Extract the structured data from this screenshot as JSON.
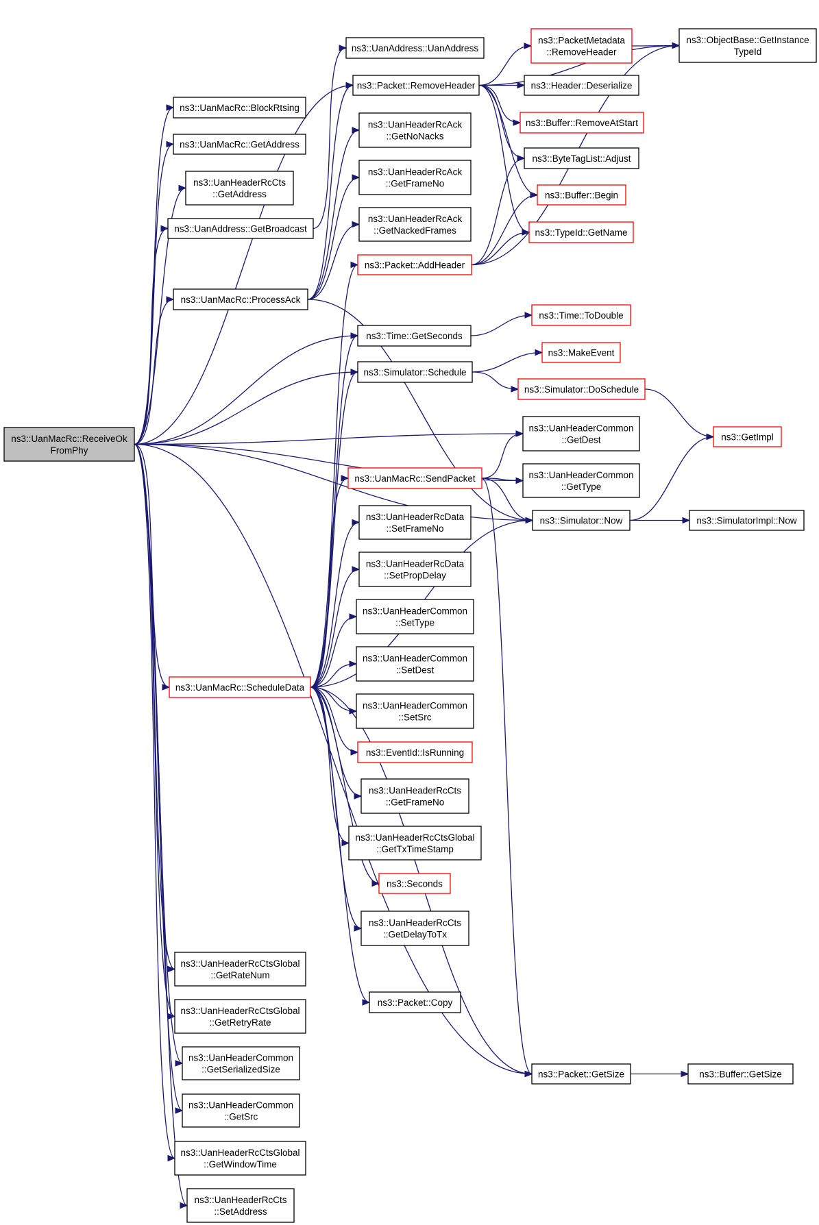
{
  "nodes": [
    {
      "id": "root",
      "lines": [
        "ns3::UanMacRc::ReceiveOk",
        "FromPhy"
      ],
      "style": "root"
    },
    {
      "id": "blockrtsing",
      "lines": [
        "ns3::UanMacRc::BlockRtsing"
      ],
      "style": "normal"
    },
    {
      "id": "macgetaddress",
      "lines": [
        "ns3::UanMacRc::GetAddress"
      ],
      "style": "normal"
    },
    {
      "id": "ctsgetaddress",
      "lines": [
        "ns3::UanHeaderRcCts",
        "::GetAddress"
      ],
      "style": "normal"
    },
    {
      "id": "getbroadcast",
      "lines": [
        "ns3::UanAddress::GetBroadcast"
      ],
      "style": "normal"
    },
    {
      "id": "processack",
      "lines": [
        "ns3::UanMacRc::ProcessAck"
      ],
      "style": "normal"
    },
    {
      "id": "scheduledata",
      "lines": [
        "ns3::UanMacRc::ScheduleData"
      ],
      "style": "red"
    },
    {
      "id": "getratenum",
      "lines": [
        "ns3::UanHeaderRcCtsGlobal",
        "::GetRateNum"
      ],
      "style": "normal"
    },
    {
      "id": "getretryrate",
      "lines": [
        "ns3::UanHeaderRcCtsGlobal",
        "::GetRetryRate"
      ],
      "style": "normal"
    },
    {
      "id": "getserializedsize",
      "lines": [
        "ns3::UanHeaderCommon",
        "::GetSerializedSize"
      ],
      "style": "normal"
    },
    {
      "id": "getsrc",
      "lines": [
        "ns3::UanHeaderCommon",
        "::GetSrc"
      ],
      "style": "normal"
    },
    {
      "id": "getwindowtime",
      "lines": [
        "ns3::UanHeaderRcCtsGlobal",
        "::GetWindowTime"
      ],
      "style": "normal"
    },
    {
      "id": "ctssetaddress",
      "lines": [
        "ns3::UanHeaderRcCts",
        "::SetAddress"
      ],
      "style": "normal"
    },
    {
      "id": "uanaddress",
      "lines": [
        "ns3::UanAddress::UanAddress"
      ],
      "style": "normal"
    },
    {
      "id": "removeheader",
      "lines": [
        "ns3::Packet::RemoveHeader"
      ],
      "style": "normal"
    },
    {
      "id": "getnonacks",
      "lines": [
        "ns3::UanHeaderRcAck",
        "::GetNoNacks"
      ],
      "style": "normal"
    },
    {
      "id": "ackgetframeno",
      "lines": [
        "ns3::UanHeaderRcAck",
        "::GetFrameNo"
      ],
      "style": "normal"
    },
    {
      "id": "getnackedframes",
      "lines": [
        "ns3::UanHeaderRcAck",
        "::GetNackedFrames"
      ],
      "style": "normal"
    },
    {
      "id": "addheader",
      "lines": [
        "ns3::Packet::AddHeader"
      ],
      "style": "red"
    },
    {
      "id": "getseconds",
      "lines": [
        "ns3::Time::GetSeconds"
      ],
      "style": "normal"
    },
    {
      "id": "schedule",
      "lines": [
        "ns3::Simulator::Schedule"
      ],
      "style": "normal"
    },
    {
      "id": "sendpacket",
      "lines": [
        "ns3::UanMacRc::SendPacket"
      ],
      "style": "red"
    },
    {
      "id": "datasetframeno",
      "lines": [
        "ns3::UanHeaderRcData",
        "::SetFrameNo"
      ],
      "style": "normal"
    },
    {
      "id": "setpropdelay",
      "lines": [
        "ns3::UanHeaderRcData",
        "::SetPropDelay"
      ],
      "style": "normal"
    },
    {
      "id": "settype",
      "lines": [
        "ns3::UanHeaderCommon",
        "::SetType"
      ],
      "style": "normal"
    },
    {
      "id": "setdest",
      "lines": [
        "ns3::UanHeaderCommon",
        "::SetDest"
      ],
      "style": "normal"
    },
    {
      "id": "setsrc",
      "lines": [
        "ns3::UanHeaderCommon",
        "::SetSrc"
      ],
      "style": "normal"
    },
    {
      "id": "isrunning",
      "lines": [
        "ns3::EventId::IsRunning"
      ],
      "style": "red"
    },
    {
      "id": "ctsgetframeno",
      "lines": [
        "ns3::UanHeaderRcCts",
        "::GetFrameNo"
      ],
      "style": "normal"
    },
    {
      "id": "gettxtimestamp",
      "lines": [
        "ns3::UanHeaderRcCtsGlobal",
        "::GetTxTimeStamp"
      ],
      "style": "normal"
    },
    {
      "id": "seconds",
      "lines": [
        "ns3::Seconds"
      ],
      "style": "red"
    },
    {
      "id": "getdelaytotx",
      "lines": [
        "ns3::UanHeaderRcCts",
        "::GetDelayToTx"
      ],
      "style": "normal"
    },
    {
      "id": "packetcopy",
      "lines": [
        "ns3::Packet::Copy"
      ],
      "style": "normal"
    },
    {
      "id": "pmremoveheader",
      "lines": [
        "ns3::PacketMetadata",
        "::RemoveHeader"
      ],
      "style": "red"
    },
    {
      "id": "deserialize",
      "lines": [
        "ns3::Header::Deserialize"
      ],
      "style": "normal"
    },
    {
      "id": "removeatstart",
      "lines": [
        "ns3::Buffer::RemoveAtStart"
      ],
      "style": "red"
    },
    {
      "id": "adjust",
      "lines": [
        "ns3::ByteTagList::Adjust"
      ],
      "style": "normal"
    },
    {
      "id": "bufbegin",
      "lines": [
        "ns3::Buffer::Begin"
      ],
      "style": "red"
    },
    {
      "id": "typeidgetname",
      "lines": [
        "ns3::TypeId::GetName"
      ],
      "style": "red"
    },
    {
      "id": "todouble",
      "lines": [
        "ns3::Time::ToDouble"
      ],
      "style": "red"
    },
    {
      "id": "makeevent",
      "lines": [
        "ns3::MakeEvent"
      ],
      "style": "red"
    },
    {
      "id": "doschedule",
      "lines": [
        "ns3::Simulator::DoSchedule"
      ],
      "style": "red"
    },
    {
      "id": "getdest",
      "lines": [
        "ns3::UanHeaderCommon",
        "::GetDest"
      ],
      "style": "normal"
    },
    {
      "id": "gettype",
      "lines": [
        "ns3::UanHeaderCommon",
        "::GetType"
      ],
      "style": "normal"
    },
    {
      "id": "simnow",
      "lines": [
        "ns3::Simulator::Now"
      ],
      "style": "normal"
    },
    {
      "id": "packetgetsize",
      "lines": [
        "ns3::Packet::GetSize"
      ],
      "style": "normal"
    },
    {
      "id": "getinstancetypeid",
      "lines": [
        "ns3::ObjectBase::GetInstance",
        "TypeId"
      ],
      "style": "normal"
    },
    {
      "id": "getimpl",
      "lines": [
        "ns3::GetImpl"
      ],
      "style": "red"
    },
    {
      "id": "simimplnow",
      "lines": [
        "ns3::SimulatorImpl::Now"
      ],
      "style": "normal"
    },
    {
      "id": "buffergetsize",
      "lines": [
        "ns3::Buffer::GetSize"
      ],
      "style": "normal"
    }
  ],
  "edges": [
    [
      "root",
      "blockrtsing"
    ],
    [
      "root",
      "macgetaddress"
    ],
    [
      "root",
      "ctsgetaddress"
    ],
    [
      "root",
      "getbroadcast"
    ],
    [
      "root",
      "processack"
    ],
    [
      "root",
      "removeheader"
    ],
    [
      "root",
      "getseconds"
    ],
    [
      "root",
      "schedule"
    ],
    [
      "root",
      "getdest"
    ],
    [
      "root",
      "gettype"
    ],
    [
      "root",
      "scheduledata"
    ],
    [
      "root",
      "getratenum"
    ],
    [
      "root",
      "getretryrate"
    ],
    [
      "root",
      "getserializedsize"
    ],
    [
      "root",
      "getsrc"
    ],
    [
      "root",
      "getwindowtime"
    ],
    [
      "root",
      "ctssetaddress"
    ],
    [
      "root",
      "packetgetsize"
    ],
    [
      "root",
      "simnow"
    ],
    [
      "getbroadcast",
      "uanaddress"
    ],
    [
      "processack",
      "removeheader"
    ],
    [
      "processack",
      "getnonacks"
    ],
    [
      "processack",
      "ackgetframeno"
    ],
    [
      "processack",
      "getnackedframes"
    ],
    [
      "processack",
      "simnow"
    ],
    [
      "scheduledata",
      "addheader"
    ],
    [
      "scheduledata",
      "getseconds"
    ],
    [
      "scheduledata",
      "schedule"
    ],
    [
      "scheduledata",
      "sendpacket"
    ],
    [
      "scheduledata",
      "datasetframeno"
    ],
    [
      "scheduledata",
      "setpropdelay"
    ],
    [
      "scheduledata",
      "settype"
    ],
    [
      "scheduledata",
      "setdest"
    ],
    [
      "scheduledata",
      "setsrc"
    ],
    [
      "scheduledata",
      "isrunning"
    ],
    [
      "scheduledata",
      "ctsgetframeno"
    ],
    [
      "scheduledata",
      "gettxtimestamp"
    ],
    [
      "scheduledata",
      "seconds"
    ],
    [
      "scheduledata",
      "getdelaytotx"
    ],
    [
      "scheduledata",
      "packetcopy"
    ],
    [
      "scheduledata",
      "simnow"
    ],
    [
      "scheduledata",
      "packetgetsize"
    ],
    [
      "removeheader",
      "pmremoveheader"
    ],
    [
      "removeheader",
      "getinstancetypeid"
    ],
    [
      "removeheader",
      "deserialize"
    ],
    [
      "removeheader",
      "removeatstart"
    ],
    [
      "removeheader",
      "adjust"
    ],
    [
      "removeheader",
      "bufbegin"
    ],
    [
      "removeheader",
      "typeidgetname"
    ],
    [
      "addheader",
      "adjust"
    ],
    [
      "addheader",
      "bufbegin"
    ],
    [
      "addheader",
      "typeidgetname"
    ],
    [
      "addheader",
      "getinstancetypeid"
    ],
    [
      "pmremoveheader",
      "getinstancetypeid"
    ],
    [
      "getseconds",
      "todouble"
    ],
    [
      "schedule",
      "makeevent"
    ],
    [
      "schedule",
      "doschedule"
    ],
    [
      "doschedule",
      "getimpl"
    ],
    [
      "sendpacket",
      "getdest"
    ],
    [
      "sendpacket",
      "gettype"
    ],
    [
      "sendpacket",
      "simnow"
    ],
    [
      "sendpacket",
      "packetgetsize"
    ],
    [
      "simnow",
      "getimpl"
    ],
    [
      "simnow",
      "simimplnow"
    ],
    [
      "packetgetsize",
      "buffergetsize"
    ]
  ]
}
